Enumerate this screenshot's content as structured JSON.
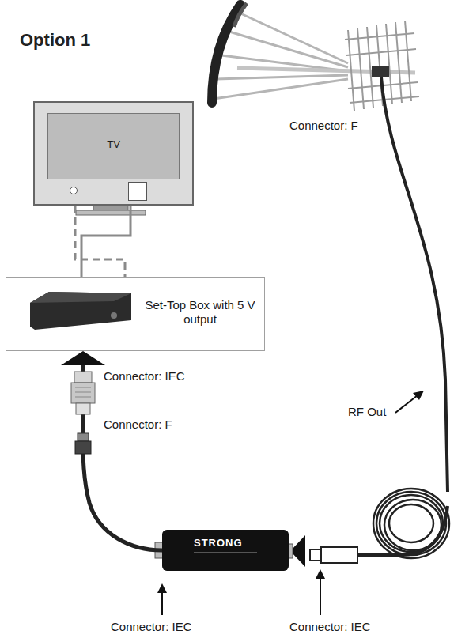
{
  "diagram": {
    "title": "Option 1",
    "nodes": [
      {
        "text": [
          "TV"
        ]
      },
      {
        "text": [
          "Set-Top Box with 5 V output"
        ]
      },
      {
        "text": [
          "STRONG"
        ]
      }
    ],
    "edges": [
      {
        "from": 0,
        "to": 1,
        "arrow": "none"
      },
      {
        "from": 0,
        "to": 1,
        "arrow": "none"
      },
      {
        "from": 2,
        "to": 1,
        "arrow": "to"
      }
    ],
    "labels": [
      "Connector: F",
      "Connector: IEC",
      "Connector: F",
      "RF Out",
      "Connector: IEC",
      "Connector: IEC"
    ]
  }
}
